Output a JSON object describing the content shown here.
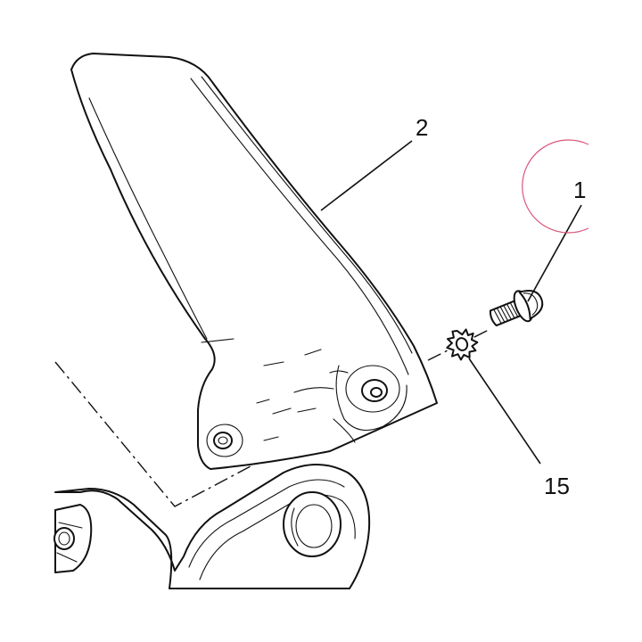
{
  "diagram": {
    "callouts": {
      "screw": "1",
      "deflector": "2",
      "washer": "15"
    },
    "colors": {
      "line": "#111111",
      "background": "#ffffff",
      "highlight_circle": "#d9567a"
    }
  }
}
